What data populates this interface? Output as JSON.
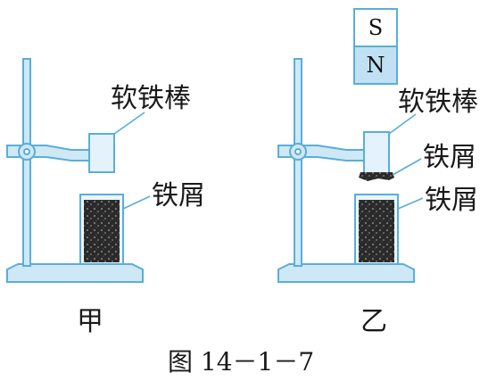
{
  "figure": {
    "caption": "图 14－1－7",
    "left_panel": {
      "label": "甲",
      "rod_label": "软铁棒",
      "filings_label": "铁屑"
    },
    "right_panel": {
      "label": "乙",
      "rod_label": "软铁棒",
      "attracted_filings_label": "铁屑",
      "filings_label": "铁屑",
      "magnet": {
        "top_pole": "S",
        "bottom_pole": "N"
      }
    }
  },
  "colors": {
    "outline": "#5aaed8",
    "fill": "#cfe8f6",
    "magnet_n_fill": "#bfe1f3",
    "filings": "#1e1e1e"
  }
}
